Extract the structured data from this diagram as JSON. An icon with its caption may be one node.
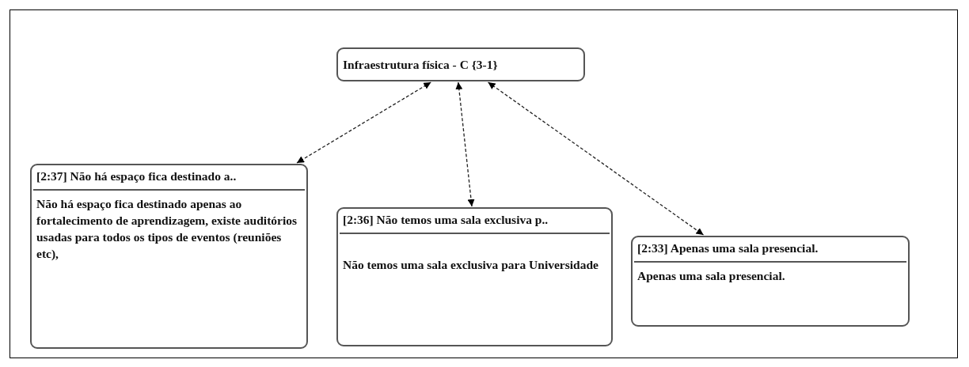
{
  "diagram": {
    "nodes": [
      {
        "text": [
          "Infraestrutura física - C {3-1}"
        ]
      },
      {
        "text": [
          "[2:37] Não há espaço fica destinado a..",
          "Não há espaço fica destinado apenas ao fortalecimento de aprendizagem, existe auditórios usadas para todos os tipos de eventos (reuniões etc),"
        ]
      },
      {
        "text": [
          "[2:36] Não temos uma sala exclusiva p..",
          "Não temos uma sala exclusiva para Universidade"
        ]
      },
      {
        "text": [
          "[2:33] Apenas uma sala presencial.",
          "Apenas uma sala presencial."
        ]
      }
    ],
    "edges": [
      {
        "from": 0,
        "to": 1,
        "arrow": "both",
        "style": "dashed"
      },
      {
        "from": 0,
        "to": 2,
        "arrow": "both",
        "style": "dashed"
      },
      {
        "from": 0,
        "to": 3,
        "arrow": "both",
        "style": "dashed"
      }
    ]
  }
}
